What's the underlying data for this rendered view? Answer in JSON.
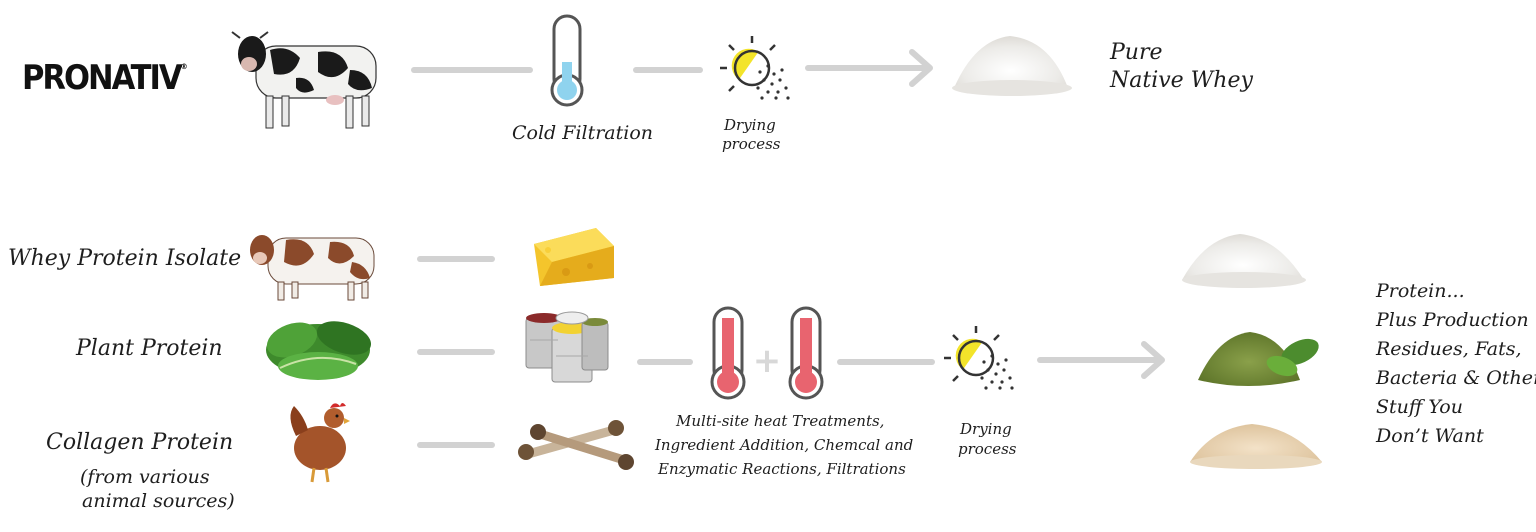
{
  "top": {
    "logo": "PRONATIV",
    "logo_mark": "®",
    "step1_label": "Cold Filtration",
    "step2_label_line1": "Drying",
    "step2_label_line2": "process",
    "result_line1": "Pure",
    "result_line2": "Native Whey"
  },
  "bottom": {
    "sources": [
      {
        "label": "Whey Protein Isolate"
      },
      {
        "label": "Plant Protein"
      },
      {
        "label": "Collagen Protein"
      }
    ],
    "collagen_note_line1": "(from various",
    "collagen_note_line2": "animal sources)",
    "plus_sign": "+",
    "treatment_line1": "Multi-site heat Treatments,",
    "treatment_line2": "Ingredient Addition, Chemcal and",
    "treatment_line3": "Enzymatic Reactions, Filtrations",
    "drying_line1": "Drying",
    "drying_line2": "process",
    "result_lines": [
      "Protein...",
      "Plus Production",
      "Residues, Fats,",
      "Bacteria & Other",
      "Stuff You",
      "Don’t Want"
    ]
  },
  "colors": {
    "line": "#d2d2d2",
    "thermo_cold": "#8fd3ee",
    "thermo_hot": "#e8646f",
    "sun": "#f3e42a"
  },
  "icons": [
    "cow-icon",
    "thermometer-icon",
    "sun-drying-icon",
    "powder-pile-icon",
    "cheese-icon",
    "cans-icon",
    "spinach-icon",
    "chicken-icon",
    "bones-icon",
    "arrow-icon"
  ]
}
